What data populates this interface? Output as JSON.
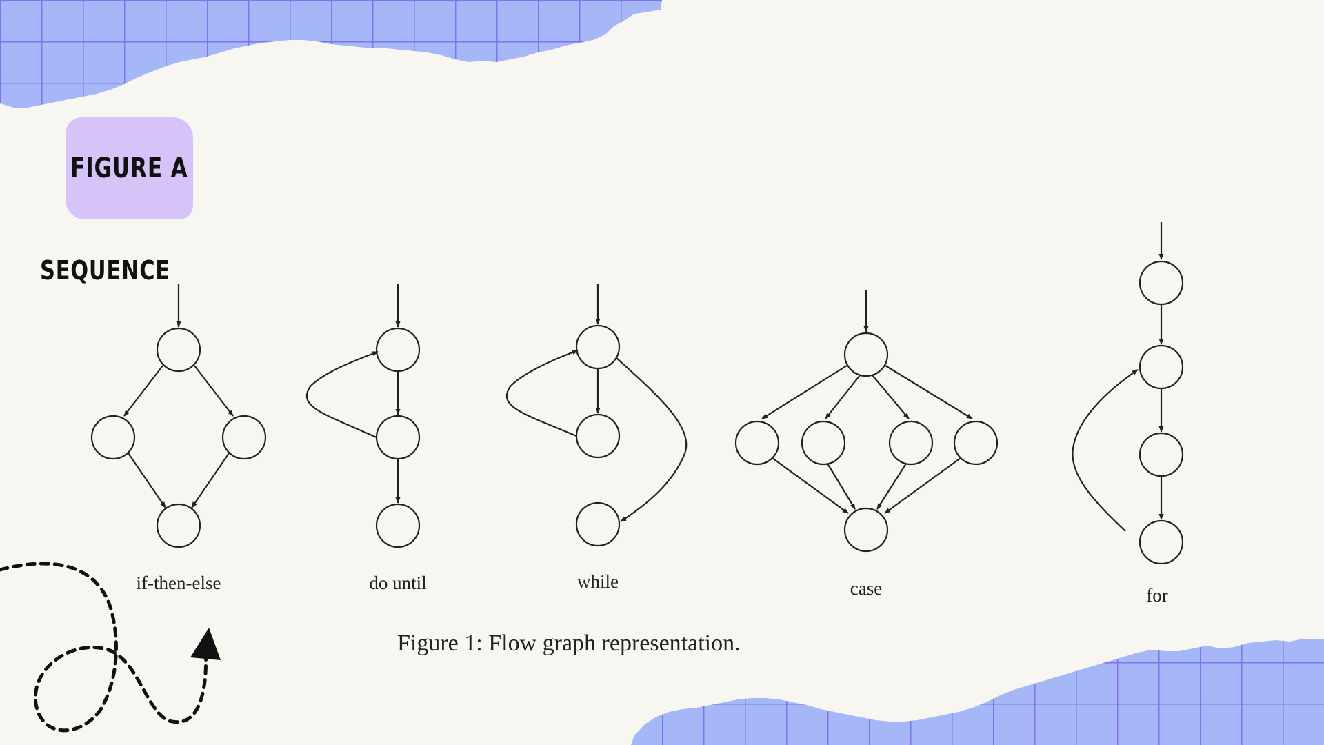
{
  "badge": {
    "text": "FIGURE A"
  },
  "heading": {
    "text": "SEQUENCE"
  },
  "labels": {
    "if_then_else": "if-then-else",
    "do_until": "do until",
    "while": "while",
    "case": "case",
    "for": "for"
  },
  "caption": "Figure 1: Flow graph representation.",
  "colors": {
    "background": "#f8f6f0",
    "grid_paper": "#a6b7f7",
    "grid_lines": "#7f74e8",
    "badge": "#d6c4f8",
    "ink": "#222222"
  },
  "icons": [
    "dashed-loop-arrow-icon"
  ]
}
